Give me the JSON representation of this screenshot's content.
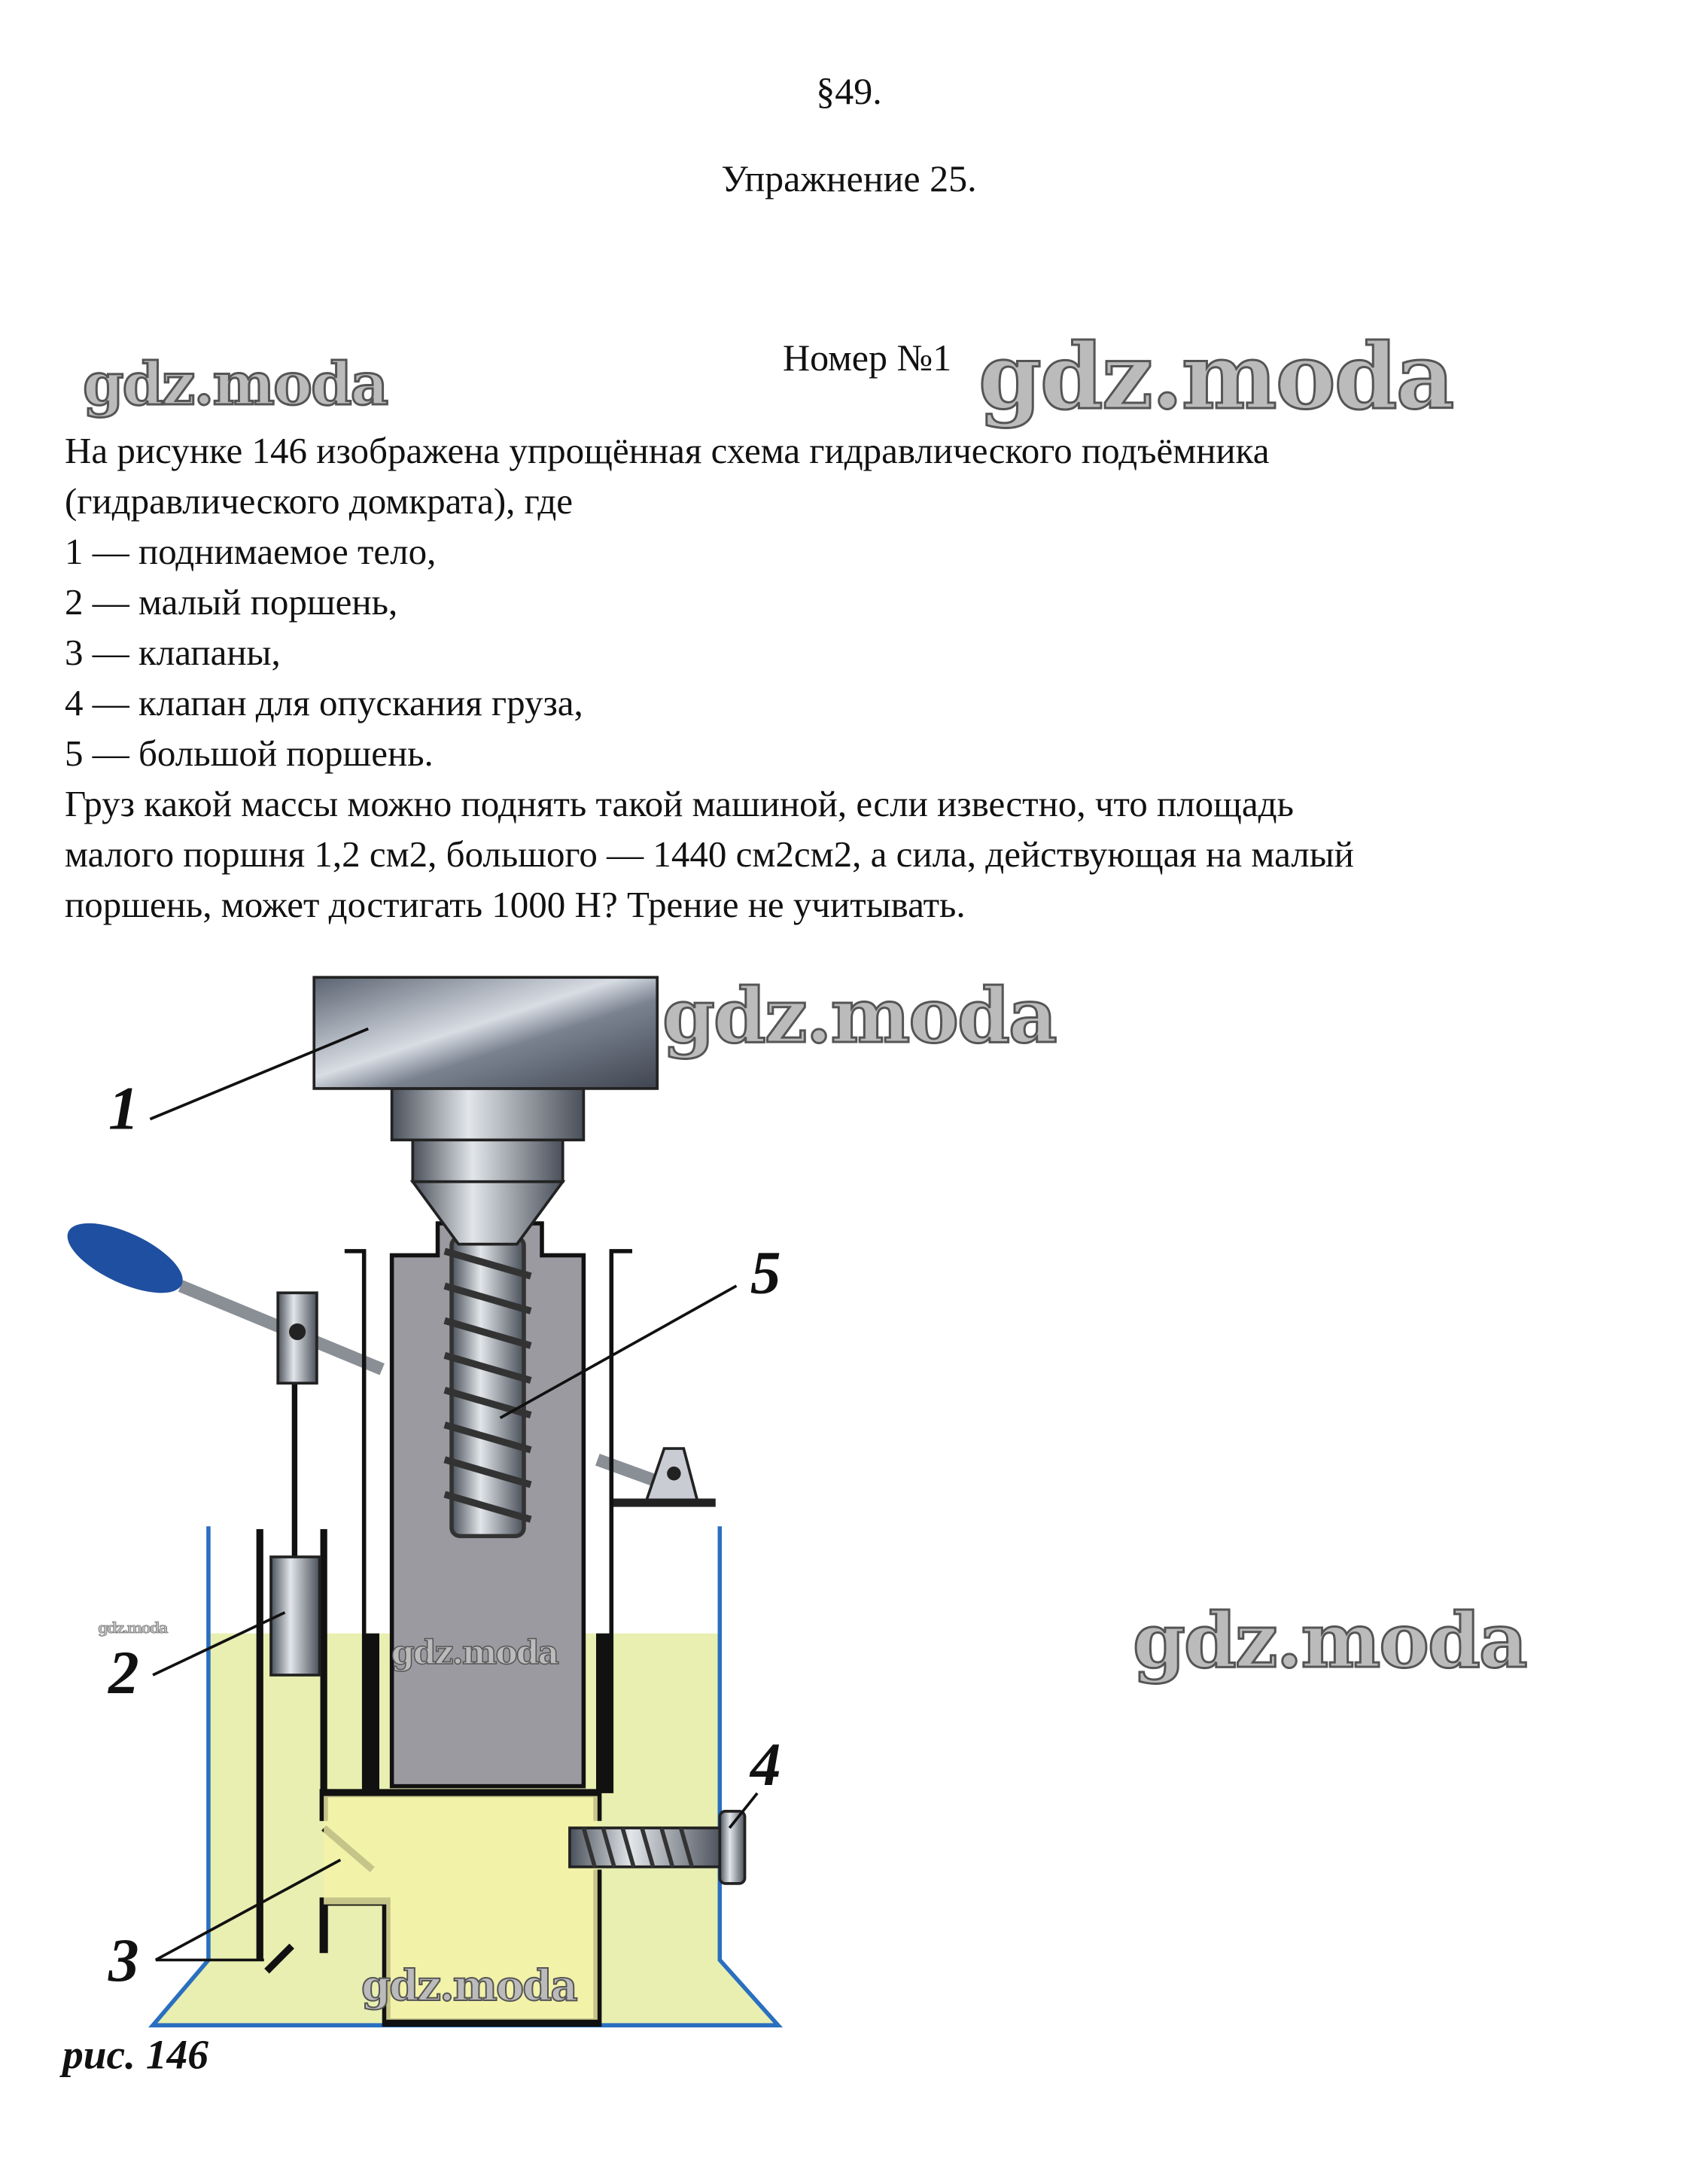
{
  "header": {
    "section": "§49.",
    "exercise": "Упражнение 25.",
    "number": "Номер №1"
  },
  "watermark": "gdz.moda",
  "problem": {
    "lines": [
      "На рисунке 146 изображена упрощённая схема гидравлического подъёмника",
      "(гидравлического домкрата), где",
      "1 — поднимаемое тело,",
      "2 — малый поршень,",
      "3 — клапаны,",
      "4 — клапан для опускания груза,",
      "5 — большой поршень.",
      "Груз какой массы можно поднять такой машиной, если известно, что площадь",
      "малого поршня 1,2 см2, большого — 1440 см2см2, а сила, действующая на малый",
      "поршень, может достигать 1000 Н? Трение не учитывать."
    ]
  },
  "figure": {
    "labels": [
      "1",
      "2",
      "3",
      "4",
      "5"
    ],
    "caption": "рис. 146"
  },
  "colors": {
    "fluid": "#e8efb0",
    "tank": "#2a6fc0",
    "piston": "#9a9aa0",
    "handle": "#1f4fa0"
  }
}
